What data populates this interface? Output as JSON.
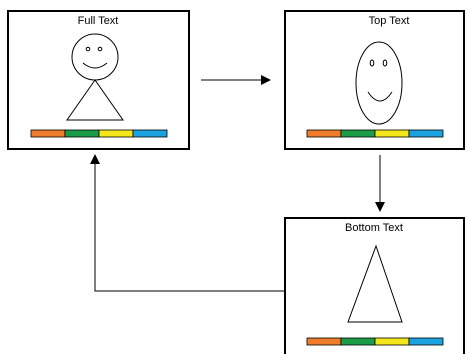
{
  "panels": {
    "full": {
      "title": "Full Text"
    },
    "top": {
      "title": "Top Text"
    },
    "bottom": {
      "title": "Bottom Text"
    }
  },
  "color_bar": {
    "colors": [
      "#f07d2c",
      "#1a9c48",
      "#f5e51b",
      "#1aa3e0"
    ]
  }
}
